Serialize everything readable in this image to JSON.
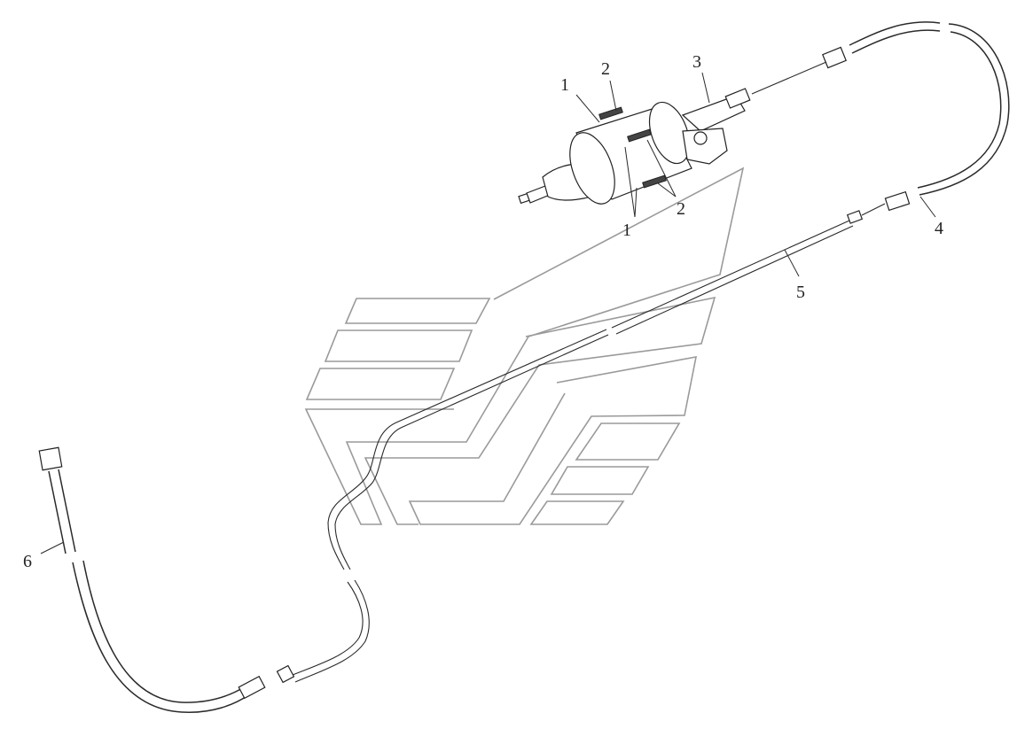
{
  "callouts": [
    {
      "id": "c1a",
      "text": "1"
    },
    {
      "id": "c2a",
      "text": "2"
    },
    {
      "id": "c3",
      "text": "3"
    },
    {
      "id": "c2b",
      "text": "2"
    },
    {
      "id": "c1b",
      "text": "1"
    },
    {
      "id": "c4",
      "text": "4"
    },
    {
      "id": "c5",
      "text": "5"
    },
    {
      "id": "c6",
      "text": "6"
    }
  ],
  "watermark": {
    "icon": "kamaz-logo-icon"
  }
}
